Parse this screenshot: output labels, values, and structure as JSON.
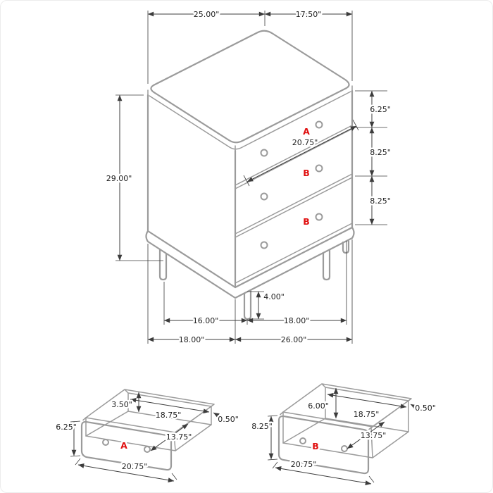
{
  "colors": {
    "furniture_line": "#9b9b9b",
    "dimension_line": "#3c3c3c",
    "text": "#1f1f1f",
    "drawer_letter_red": "#e01010",
    "background": "#ffffff"
  },
  "main_view": {
    "dims": {
      "top_width": "25.00\"",
      "top_depth": "17.50\"",
      "overall_height": "29.00\"",
      "top_drawer_height": "6.25\"",
      "middle_drawer_height": "8.25\"",
      "bottom_drawer_height": "8.25\"",
      "drawer_front_width": "20.75\"",
      "leg_height": "4.00\"",
      "base_depth": "16.00\"",
      "base_width": "18.00\"",
      "overall_depth": "18.00\"",
      "overall_width": "26.00\""
    },
    "drawer_letters": {
      "top": "A",
      "middle": "B",
      "bottom": "B"
    }
  },
  "drawer_a": {
    "letter": "A",
    "dims": {
      "side_height": "3.50\"",
      "inner_width": "18.75\"",
      "wall_thickness": "0.50\"",
      "front_height": "6.25\"",
      "inner_depth": "13.75\"",
      "front_width": "20.75\""
    }
  },
  "drawer_b": {
    "letter": "B",
    "dims": {
      "side_height": "6.00\"",
      "inner_width": "18.75\"",
      "wall_thickness": "0.50\"",
      "front_height": "8.25\"",
      "inner_depth": "13.75\"",
      "front_width": "20.75\""
    }
  }
}
